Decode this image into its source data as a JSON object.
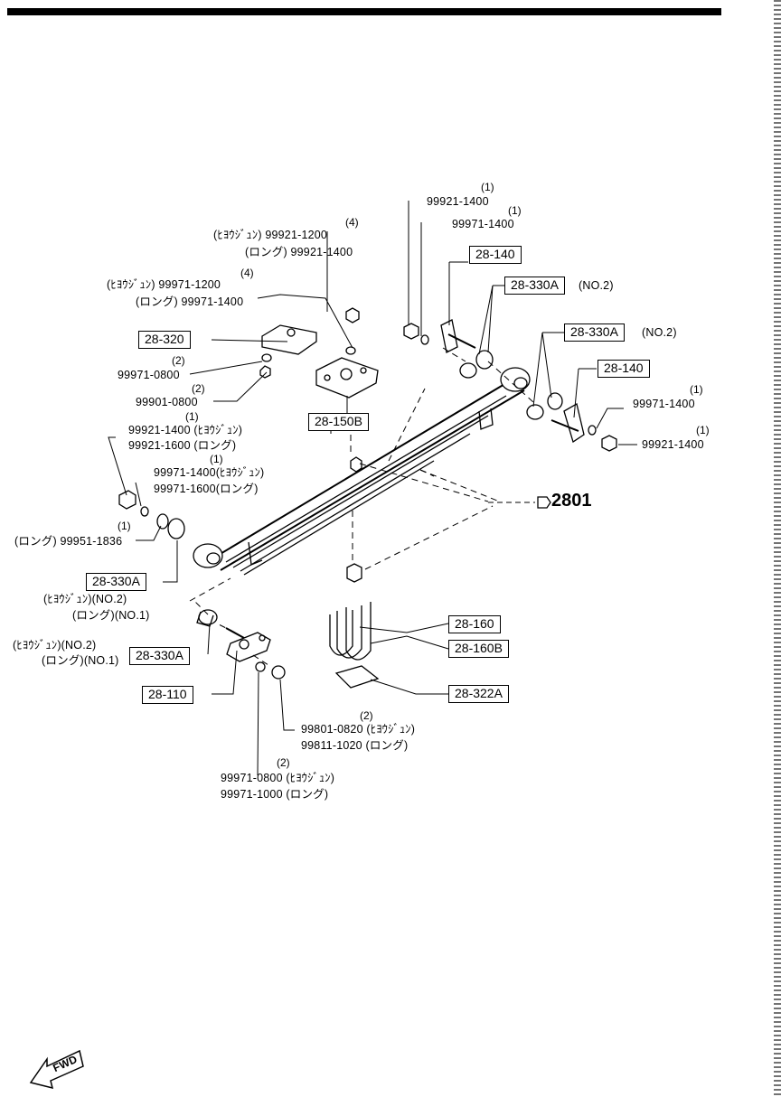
{
  "ref": "2801",
  "fwd": "FWD",
  "boxes": {
    "b140_top": "28-140",
    "b330a_top": "28-330A",
    "b330a_mid": "28-330A",
    "b140_mid": "28-140",
    "b320": "28-320",
    "b150b": "28-150B",
    "b330a_left": "28-330A",
    "b330a_low": "28-330A",
    "b110": "28-110",
    "b160": "28-160",
    "b160b": "28-160B",
    "b322a": "28-322A"
  },
  "notes": {
    "no2_top": "(NO.2)",
    "no2_mid": "(NO.2)"
  },
  "labels": {
    "q_top1": "(1)",
    "p_top1": "99921-1400",
    "q_top2": "(1)",
    "p_top2": "99971-1400",
    "q_a": "(4)",
    "p_a1": "(ﾋﾖｳｼﾞｭﾝ) 99921-1200",
    "p_a2": "(ロング) 99921-1400",
    "q_b": "(4)",
    "p_b1": "(ﾋﾖｳｼﾞｭﾝ) 99971-1200",
    "p_b2": "(ロング) 99971-1400",
    "q_c": "(2)",
    "p_c": "99971-0800",
    "q_d": "(2)",
    "p_d": "99901-0800",
    "q_e": "(1)",
    "p_e1": "99921-1400 (ﾋﾖｳｼﾞｭﾝ)",
    "p_e2": "99921-1600 (ロング)",
    "q_f": "(1)",
    "p_f1": "99971-1400(ﾋﾖｳｼﾞｭﾝ)",
    "p_f2": "99971-1600(ロング)",
    "q_g": "(1)",
    "p_g": "(ロング) 99951-1836",
    "h_1": "(ﾋﾖｳｼﾞｭﾝ)(NO.2)",
    "h_2": "(ロング)(NO.1)",
    "i_1": "(ﾋﾖｳｼﾞｭﾝ)(NO.2)",
    "i_2": "(ロング)(NO.1)",
    "q_r1": "(1)",
    "p_r1": "99971-1400",
    "q_r2": "(1)",
    "p_r2": "99921-1400",
    "q_j": "(2)",
    "p_j1": "99801-0820 (ﾋﾖｳｼﾞｭﾝ)",
    "p_j2": "99811-1020 (ロング)",
    "q_k": "(2)",
    "p_k1": "99971-0800 (ﾋﾖｳｼﾞｭﾝ)",
    "p_k2": "99971-1000 (ロング)"
  }
}
